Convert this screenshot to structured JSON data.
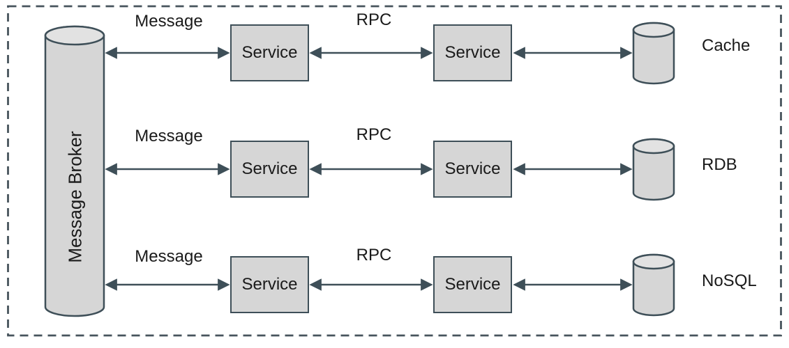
{
  "diagram": {
    "broker": {
      "label": "Message Broker"
    },
    "rows": [
      {
        "message_label": "Message",
        "rpc_label": "RPC",
        "service_a_label": "Service",
        "service_b_label": "Service",
        "datastore_label": "Cache"
      },
      {
        "message_label": "Message",
        "rpc_label": "RPC",
        "service_a_label": "Service",
        "service_b_label": "Service",
        "datastore_label": "RDB"
      },
      {
        "message_label": "Message",
        "rpc_label": "RPC",
        "service_a_label": "Service",
        "service_b_label": "Service",
        "datastore_label": "NoSQL"
      }
    ],
    "colors": {
      "shape_fill": "#d6d6d6",
      "shape_top_fill": "#e2e2e2",
      "stroke": "#3e4f58",
      "text": "#1a1a1a",
      "background": "#ffffff"
    }
  }
}
